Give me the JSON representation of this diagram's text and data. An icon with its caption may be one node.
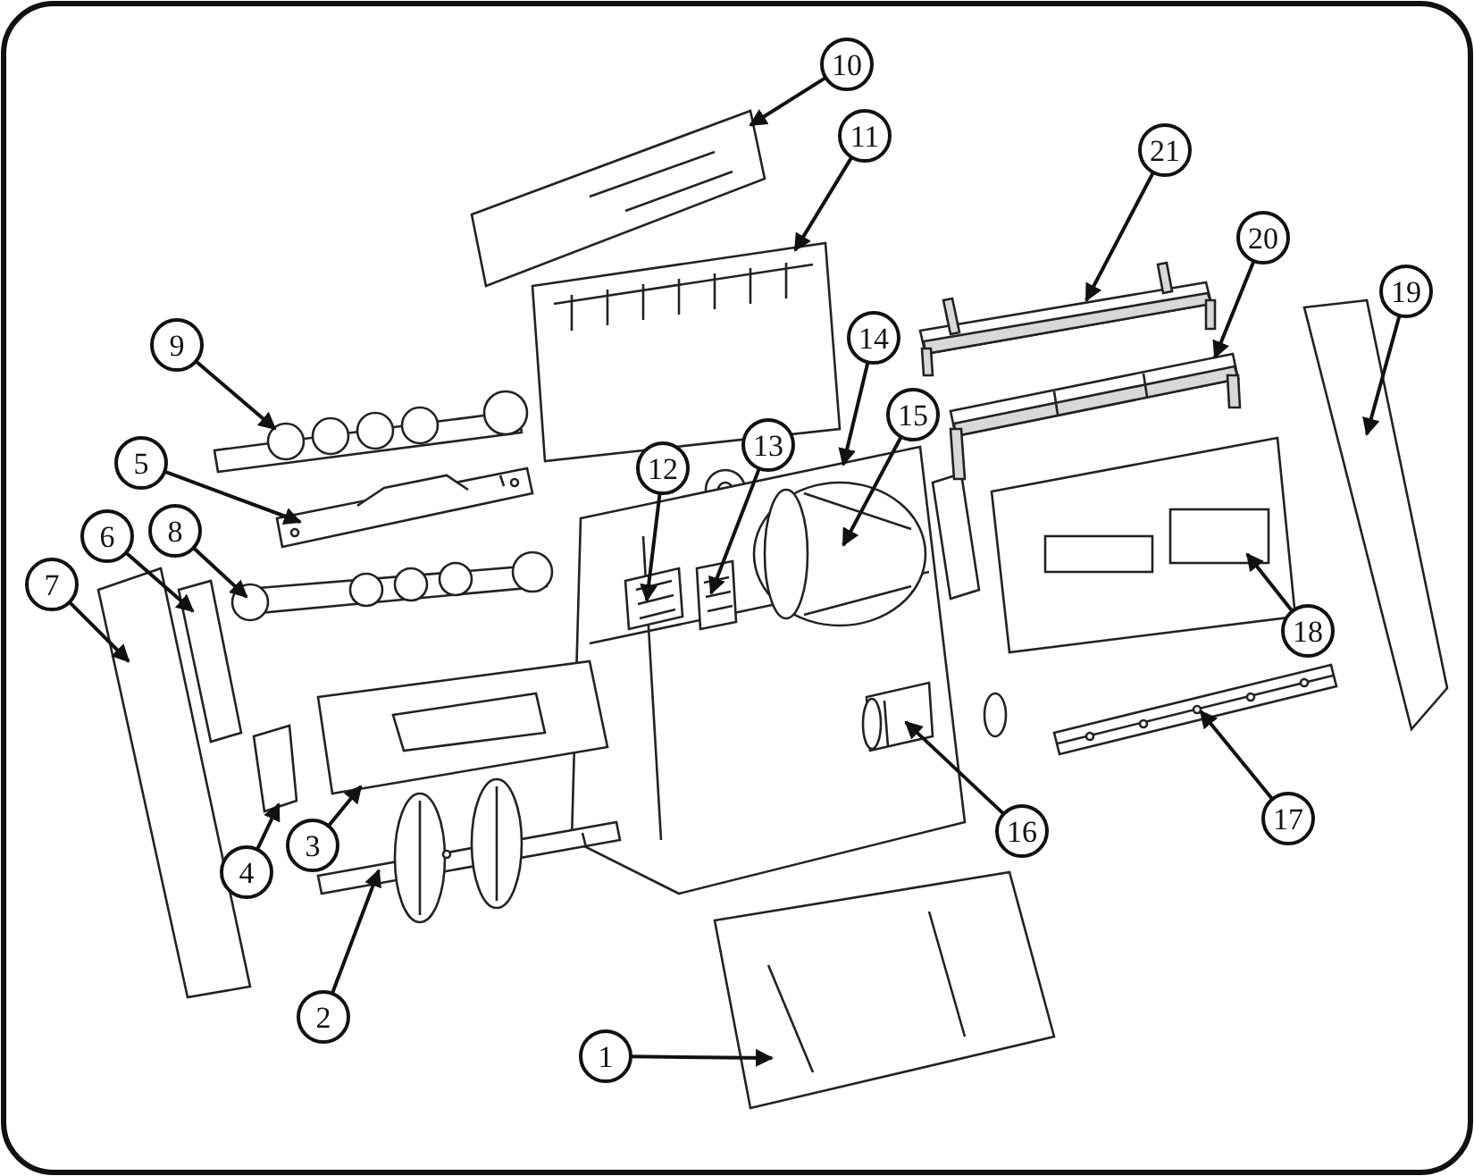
{
  "diagram": {
    "nodes": [
      {
        "text": [
          "1"
        ]
      },
      {
        "text": [
          "2"
        ]
      },
      {
        "text": [
          "3"
        ]
      },
      {
        "text": [
          "4"
        ]
      },
      {
        "text": [
          "5"
        ]
      },
      {
        "text": [
          "6"
        ]
      },
      {
        "text": [
          "7"
        ]
      },
      {
        "text": [
          "8"
        ]
      },
      {
        "text": [
          "9"
        ]
      },
      {
        "text": [
          "10"
        ]
      },
      {
        "text": [
          "11"
        ]
      },
      {
        "text": [
          "12"
        ]
      },
      {
        "text": [
          "13"
        ]
      },
      {
        "text": [
          "14"
        ]
      },
      {
        "text": [
          "15"
        ]
      },
      {
        "text": [
          "16"
        ]
      },
      {
        "text": [
          "17"
        ]
      },
      {
        "text": [
          "18"
        ]
      },
      {
        "text": [
          "19"
        ]
      },
      {
        "text": [
          "20"
        ]
      },
      {
        "text": [
          "21"
        ]
      },
      {
        "text": [],
        "shape": "picture"
      },
      {
        "text": [],
        "shape": "picture"
      },
      {
        "text": [],
        "shape": "picture"
      },
      {
        "text": [],
        "shape": "picture"
      },
      {
        "text": [],
        "shape": "picture"
      },
      {
        "text": [],
        "shape": "picture"
      },
      {
        "text": [],
        "shape": "picture"
      },
      {
        "text": [],
        "shape": "picture"
      },
      {
        "text": [],
        "shape": "picture"
      },
      {
        "text": [],
        "shape": "picture"
      },
      {
        "text": [],
        "shape": "picture"
      },
      {
        "text": [],
        "shape": "picture",
        "in": 34
      },
      {
        "text": [],
        "shape": "picture",
        "in": 34
      },
      {
        "text": [],
        "shape": "picture"
      },
      {
        "text": [],
        "shape": "picture",
        "in": 34
      },
      {
        "text": [],
        "shape": "picture",
        "in": 34
      },
      {
        "text": [],
        "shape": "picture"
      },
      {
        "text": [],
        "shape": "picture"
      },
      {
        "text": [],
        "shape": "picture"
      },
      {
        "text": [],
        "shape": "picture"
      },
      {
        "text": [],
        "shape": "picture"
      }
    ],
    "edges": [
      {
        "from": 0,
        "to": 21,
        "arrow": "to"
      },
      {
        "from": 1,
        "to": 22,
        "arrow": "to"
      },
      {
        "from": 2,
        "to": 23,
        "arrow": "to"
      },
      {
        "from": 3,
        "to": 24,
        "arrow": "to"
      },
      {
        "from": 4,
        "to": 25,
        "arrow": "to"
      },
      {
        "from": 5,
        "to": 26,
        "arrow": "to"
      },
      {
        "from": 6,
        "to": 27,
        "arrow": "to"
      },
      {
        "from": 7,
        "to": 28,
        "arrow": "to"
      },
      {
        "from": 8,
        "to": 29,
        "arrow": "to"
      },
      {
        "from": 9,
        "to": 30,
        "arrow": "to"
      },
      {
        "from": 10,
        "to": 31,
        "arrow": "to"
      },
      {
        "from": 11,
        "to": 32,
        "arrow": "to"
      },
      {
        "from": 12,
        "to": 33,
        "arrow": "to"
      },
      {
        "from": 13,
        "to": 34,
        "arrow": "to"
      },
      {
        "from": 14,
        "to": 35,
        "arrow": "to"
      },
      {
        "from": 15,
        "to": 36,
        "arrow": "to"
      },
      {
        "from": 16,
        "to": 37,
        "arrow": "to"
      },
      {
        "from": 17,
        "to": 38,
        "arrow": "to"
      },
      {
        "from": 18,
        "to": 39,
        "arrow": "to"
      },
      {
        "from": 19,
        "to": 40,
        "arrow": "to"
      },
      {
        "from": 20,
        "to": 41,
        "arrow": "to"
      }
    ]
  }
}
